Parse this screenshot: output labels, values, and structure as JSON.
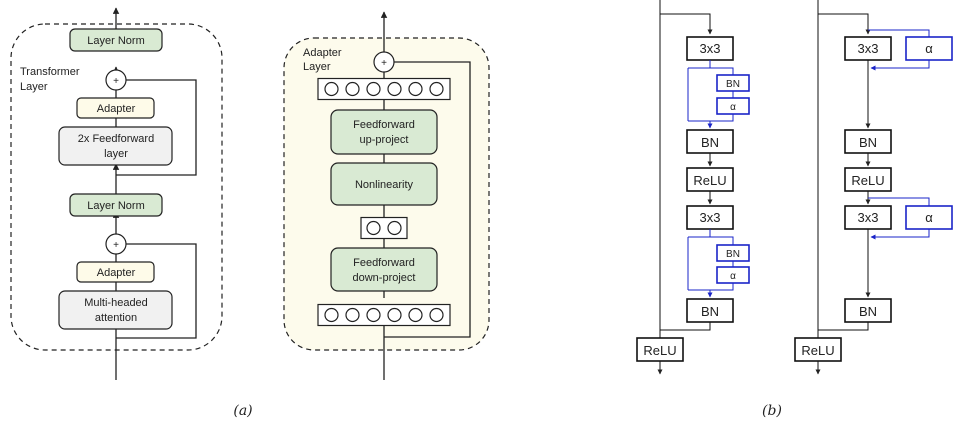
{
  "panel_a": {
    "caption": "(a)",
    "transformer": {
      "group_label_line1": "Transformer",
      "group_label_line2": "Layer",
      "layer_norm_top": "Layer Norm",
      "plus_top": "+",
      "adapter_top": "Adapter",
      "feedforward_line1": "2x Feedforward",
      "feedforward_line2": "layer",
      "layer_norm_bottom": "Layer Norm",
      "plus_bottom": "+",
      "adapter_bottom": "Adapter",
      "attention_line1": "Multi-headed",
      "attention_line2": "attention"
    },
    "adapter": {
      "group_label_line1": "Adapter",
      "group_label_line2": "Layer",
      "plus": "+",
      "up_line1": "Feedforward",
      "up_line2": "up-project",
      "nonlinearity": "Nonlinearity",
      "down_line1": "Feedforward",
      "down_line2": "down-project",
      "wide_neurons": 6,
      "narrow_neurons": 2
    },
    "colors": {
      "green_fill": "#d9ead3",
      "adapter_fill": "#fefbe9",
      "grey_fill": "#f1f1f1",
      "panel_bg": "#fdfbec",
      "stroke": "#222222"
    }
  },
  "panel_b": {
    "caption": "(b)",
    "left_block": {
      "conv1": "3x3",
      "side_bn1": "BN",
      "side_alpha1": "α",
      "bn1": "BN",
      "relu_mid": "ReLU",
      "conv2": "3x3",
      "side_bn2": "BN",
      "side_alpha2": "α",
      "bn2": "BN",
      "relu_out": "ReLU"
    },
    "right_block": {
      "conv1": "3x3",
      "side_alpha1": "α",
      "bn1": "BN",
      "relu_mid": "ReLU",
      "conv2": "3x3",
      "side_alpha2": "α",
      "bn2": "BN",
      "relu_out": "ReLU"
    },
    "colors": {
      "blue": "#1a24c8",
      "stroke": "#111111"
    }
  }
}
